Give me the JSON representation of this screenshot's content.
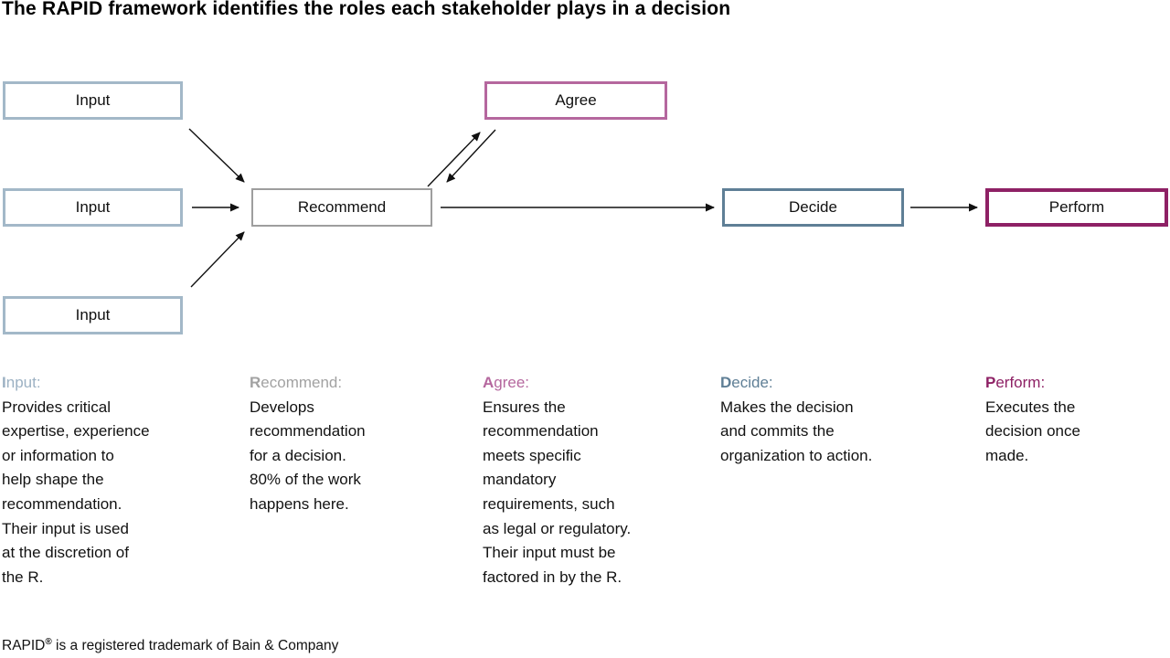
{
  "title": "The RAPID framework identifies the roles each stakeholder plays in a decision",
  "colors": {
    "input_border": "#a3b8c8",
    "recommend_border": "#9e9e9e",
    "agree_border": "#b5679e",
    "decide_border": "#5f7f96",
    "perform_border": "#8e2165",
    "input_label": "#9cb1c3",
    "recommend_label": "#a2a2a2",
    "agree_label": "#b5679e",
    "decide_label": "#5f7f96",
    "perform_label": "#8e2165",
    "arrow": "#111111",
    "body_text": "#121212"
  },
  "diagram": {
    "boxes": [
      {
        "id": "input-1",
        "label": "Input"
      },
      {
        "id": "input-2",
        "label": "Input"
      },
      {
        "id": "input-3",
        "label": "Input"
      },
      {
        "id": "recommend",
        "label": "Recommend"
      },
      {
        "id": "agree",
        "label": "Agree"
      },
      {
        "id": "decide",
        "label": "Decide"
      },
      {
        "id": "perform",
        "label": "Perform"
      }
    ],
    "arrows": [
      "input-1 to recommend",
      "input-2 to recommend",
      "input-3 to recommend",
      "recommend to agree",
      "agree to recommend",
      "recommend to decide",
      "decide to perform"
    ]
  },
  "descriptions": [
    {
      "letter": "I",
      "rest": "nput:",
      "text": "Provides critical\nexpertise, experience\nor information to\nhelp shape the\nrecommendation.\nTheir input is used\nat the discretion of\nthe R."
    },
    {
      "letter": "R",
      "rest": "ecommend:",
      "text": "Develops\nrecommendation\nfor a decision.\n80% of the work\nhappens here."
    },
    {
      "letter": "A",
      "rest": "gree:",
      "text": "Ensures the\nrecommendation\nmeets specific\nmandatory\nrequirements, such\nas legal or regulatory.\nTheir input must be\nfactored in by the R."
    },
    {
      "letter": "D",
      "rest": "ecide:",
      "text": "Makes the decision\nand commits the\norganization to action."
    },
    {
      "letter": "P",
      "rest": "erform:",
      "text": "Executes the\ndecision once\nmade."
    }
  ],
  "footer": {
    "name": "RAPID",
    "symbol": "®",
    "text": " is a registered trademark of Bain & Company"
  }
}
